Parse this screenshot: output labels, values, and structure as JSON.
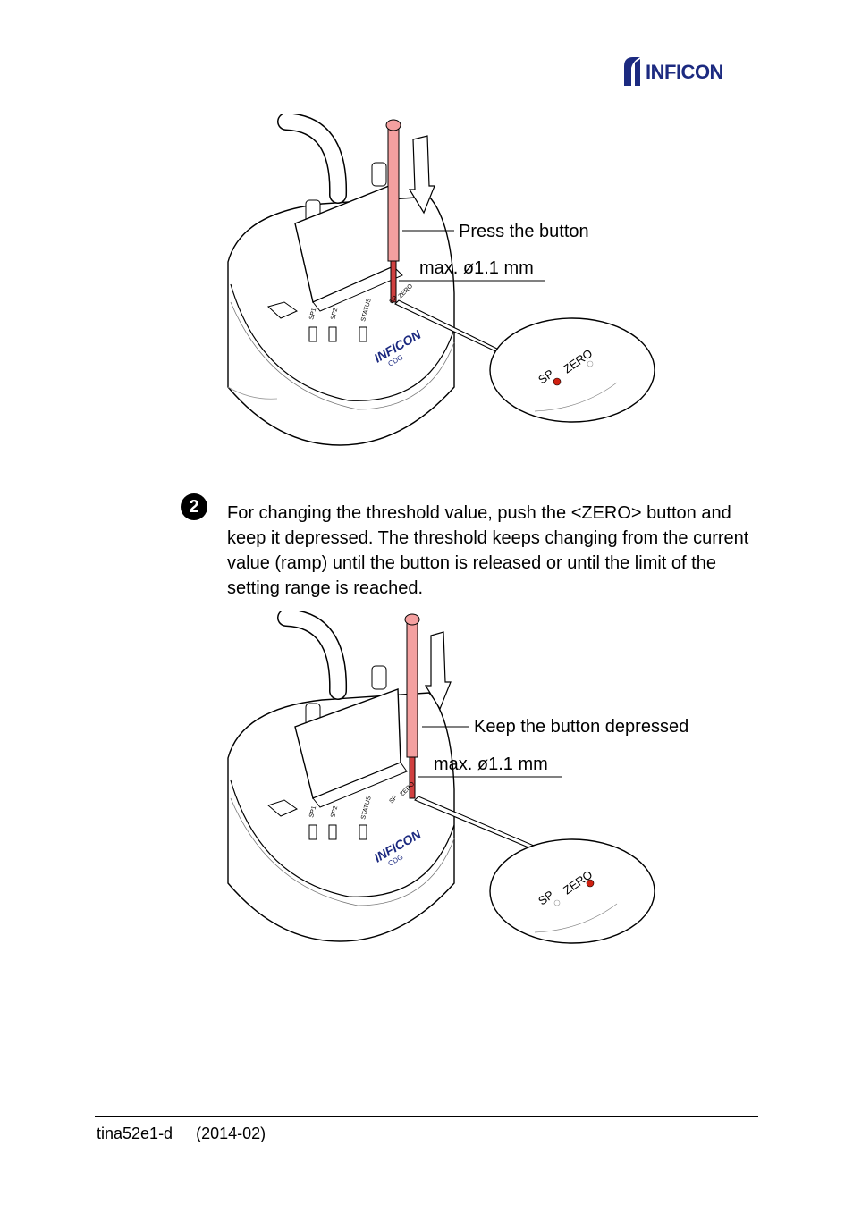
{
  "header": {
    "brand": "INFICON"
  },
  "figure1": {
    "callout_press": "Press the button",
    "callout_max": "max. ø1.1 mm",
    "gauge_labels": {
      "sp1": "SP1",
      "sp2": "SP2",
      "status": "STATUS",
      "sp": "SP",
      "zero": "ZERO",
      "brand": "INFICON",
      "model": "CDG"
    },
    "zoom_labels": {
      "sp": "SP",
      "zero": "ZERO"
    }
  },
  "step": {
    "number": "2",
    "text": "For changing the threshold value, push the <ZERO> button and keep it depressed. The threshold keeps changing from the current value (ramp) until the button is released or until the limit of the setting range is reached."
  },
  "figure2": {
    "callout_keep": "Keep the button depressed",
    "callout_max": "max. ø1.1 mm",
    "gauge_labels": {
      "sp1": "SP1",
      "sp2": "SP2",
      "status": "STATUS",
      "sp": "SP",
      "zero": "ZERO",
      "brand": "INFICON",
      "model": "CDG"
    },
    "zoom_labels": {
      "sp": "SP",
      "zero": "ZERO"
    }
  },
  "footer": {
    "doc_id": "tina52e1-d",
    "date": "(2014-02)"
  },
  "colors": {
    "brand": "#1c2a80",
    "pin": "#f4a0a0",
    "led_active": "#d02010"
  }
}
